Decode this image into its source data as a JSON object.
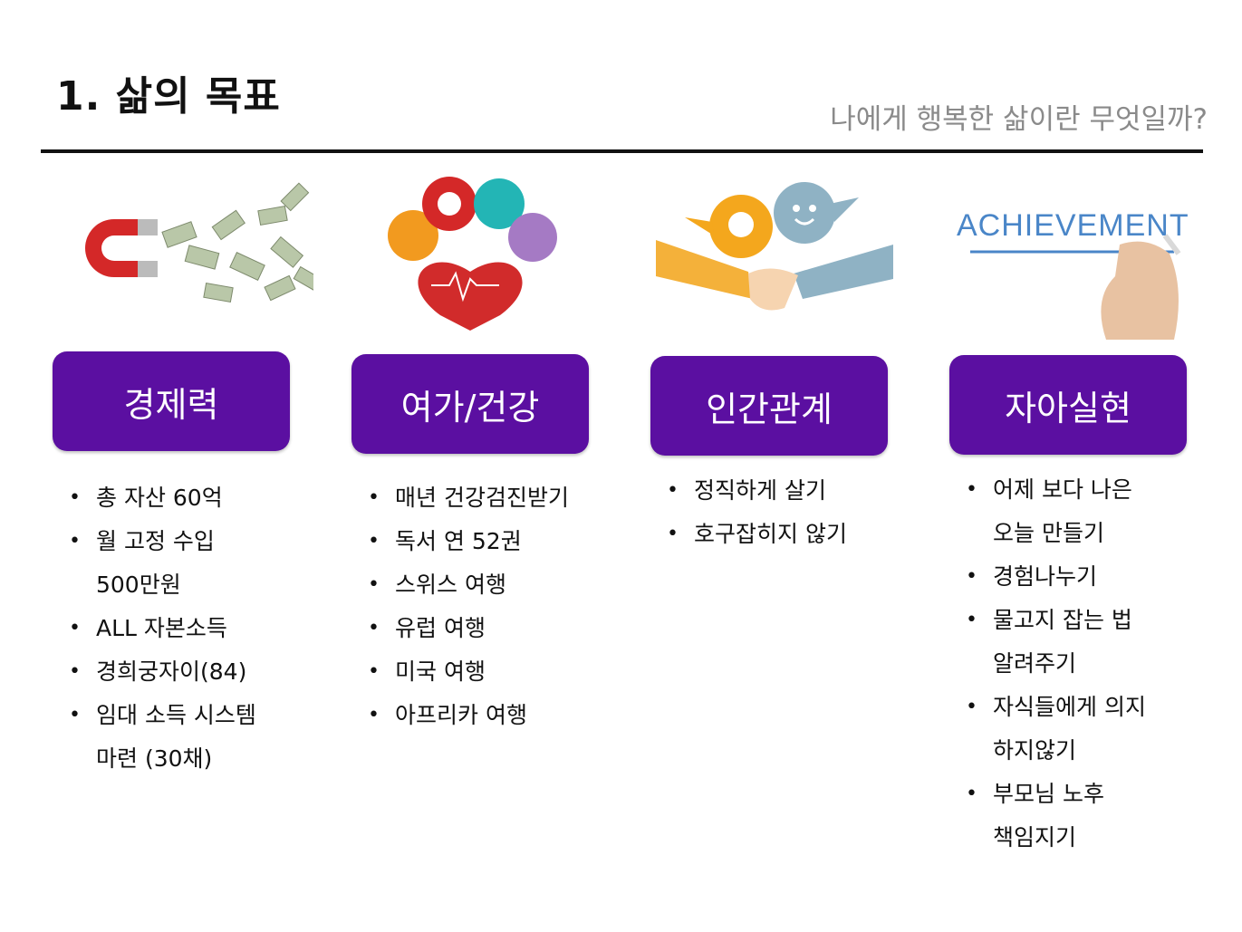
{
  "header": {
    "title": "1. 삶의 목표",
    "subtitle": "나에게 행복한 삶이란 무엇일까?"
  },
  "colors": {
    "accent": "#5b0fa1",
    "subtitle": "#8a8a8a"
  },
  "columns": [
    {
      "label": "경제력",
      "icon": "magnet-money-icon",
      "items": [
        {
          "line1": "총 자산 60억",
          "line2": ""
        },
        {
          "line1": "월 고정 수입",
          "line2": "500만원"
        },
        {
          "line1": "ALL 자본소득",
          "line2": ""
        },
        {
          "line1": "경희궁자이(84)",
          "line2": ""
        },
        {
          "line1": "임대 소득 시스템",
          "line2": "마련 (30채)"
        }
      ]
    },
    {
      "label": "여가/건강",
      "icon": "heart-health-icon",
      "items": [
        {
          "line1": "매년 건강검진받기",
          "line2": ""
        },
        {
          "line1": "독서 연 52권",
          "line2": ""
        },
        {
          "line1": "스위스 여행",
          "line2": ""
        },
        {
          "line1": "유럽 여행",
          "line2": ""
        },
        {
          "line1": "미국 여행",
          "line2": ""
        },
        {
          "line1": "아프리카 여행",
          "line2": ""
        }
      ]
    },
    {
      "label": "인간관계",
      "icon": "handshake-icon",
      "items": [
        {
          "line1": "정직하게 살기",
          "line2": ""
        },
        {
          "line1": "호구잡히지 않기",
          "line2": ""
        }
      ]
    },
    {
      "label": "자아실현",
      "icon": "achievement-hand-icon",
      "illustration_text": "ACHIEVEMENT",
      "items": [
        {
          "line1": "어제 보다 나은",
          "line2": "오늘 만들기"
        },
        {
          "line1": "경험나누기",
          "line2": ""
        },
        {
          "line1": " 물고지 잡는 법",
          "line2": " 알려주기"
        },
        {
          "line1": "자식들에게 의지",
          "line2": "하지않기"
        },
        {
          "line1": "부모님 노후",
          "line2": "책임지기"
        }
      ]
    }
  ]
}
